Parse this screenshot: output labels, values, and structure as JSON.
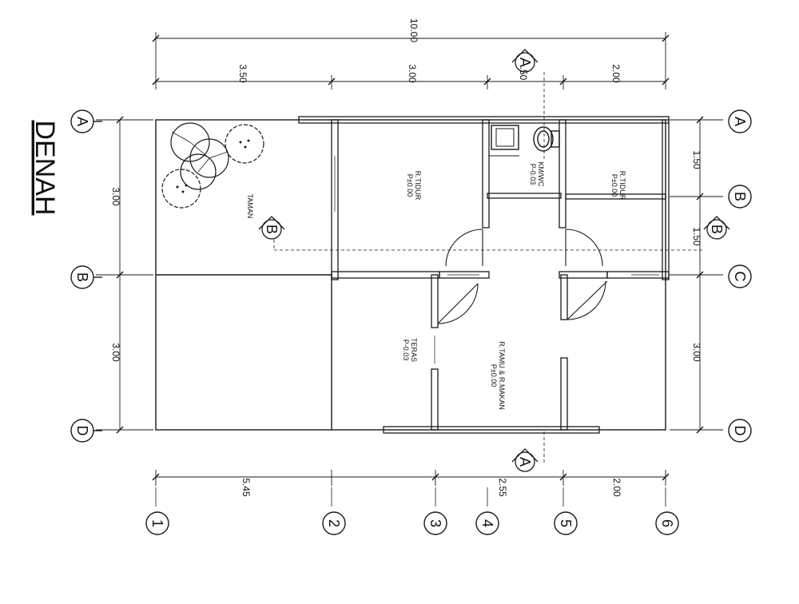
{
  "title": "DENAH",
  "dimensions": {
    "total": "10.00",
    "top": [
      "3.50",
      "3.00",
      ".50",
      "2.00"
    ],
    "bottom": [
      "5.45",
      "2.55",
      "2.00"
    ],
    "left": [
      "3.00",
      "3.00"
    ],
    "right": [
      "1.50",
      "1.50",
      "3.00"
    ]
  },
  "grid_rows_left": [
    "A",
    "B",
    "D"
  ],
  "grid_rows_right": [
    "A",
    "B",
    "C",
    "D"
  ],
  "grid_cols": [
    "1",
    "2",
    "3",
    "4",
    "5",
    "6"
  ],
  "section_markers": {
    "a_top": "A",
    "a_bottom": "A",
    "b_left": "B",
    "b_right": "B"
  },
  "rooms": {
    "taman": {
      "name": "TAMAN",
      "level": ""
    },
    "tidur1": {
      "name": "R.TIDUR",
      "level": "P±0.00"
    },
    "kmwc": {
      "name": "KM/WC",
      "level": "P-0.03"
    },
    "tidur2": {
      "name": "R.TIDUR",
      "level": "P±0.00"
    },
    "teras": {
      "name": "TERAS",
      "level": "P-0.03"
    },
    "tamu": {
      "name": "R.TAMU & R.MAKAN",
      "level": "P±0.00"
    }
  },
  "colors": {
    "line": "#1a1a1a",
    "dim_line": "#333333"
  }
}
